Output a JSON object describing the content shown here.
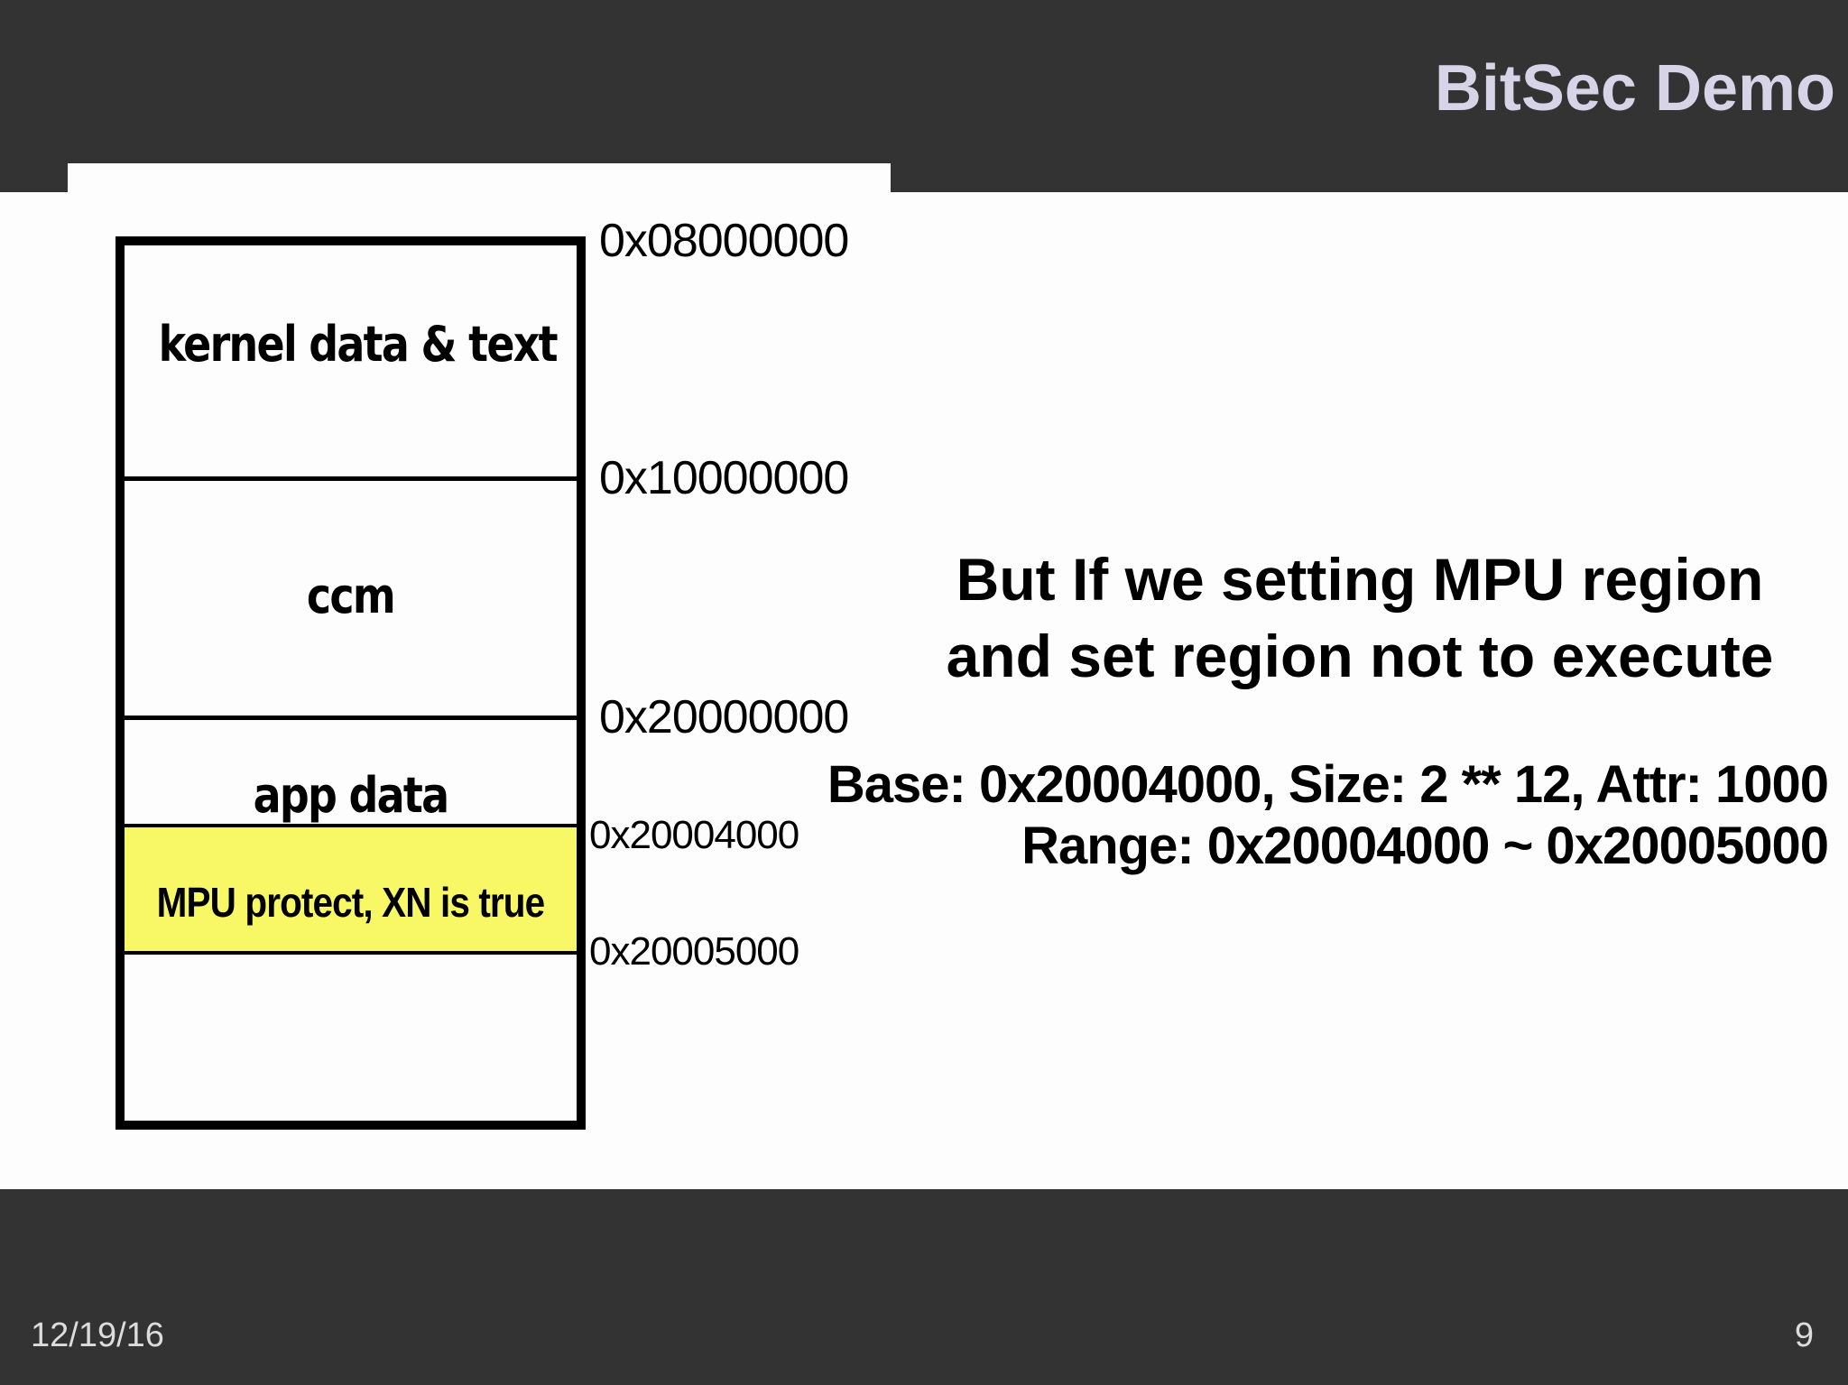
{
  "slide": {
    "title": "BitSec Demo",
    "footer": {
      "date": "12/19/16",
      "page": "9"
    },
    "colors": {
      "background": "#333333",
      "title_text": "#d8d4e8",
      "surface": "#fdfdfd",
      "highlight_yellow": "rgba(246,246,68,0.82)",
      "footer_text": "#dcdcdc",
      "diagram_ink": "#000000"
    }
  },
  "diagram": {
    "regions": [
      {
        "label": "kernel data & text",
        "start_address": "0x08000000",
        "end_address": "0x10000000",
        "highlighted": false
      },
      {
        "label": "ccm",
        "start_address": "0x10000000",
        "end_address": "0x20000000",
        "highlighted": false
      },
      {
        "label": "app data",
        "start_address": "0x20000000",
        "highlighted": false
      },
      {
        "label": "MPU protect, XN is true",
        "start_address": "0x20004000",
        "end_address": "0x20005000",
        "highlighted": true
      }
    ],
    "address_labels": [
      "0x08000000",
      "0x10000000",
      "0x20000000",
      "0x20004000",
      "0x20005000"
    ]
  },
  "annotation": {
    "heading_line1": "But If we setting MPU region",
    "heading_line2": "and set region not to execute",
    "detail_line1": "Base: 0x20004000, Size: 2 ** 12, Attr: 1000",
    "detail_line2": "Range: 0x20004000 ~ 0x20005000"
  }
}
